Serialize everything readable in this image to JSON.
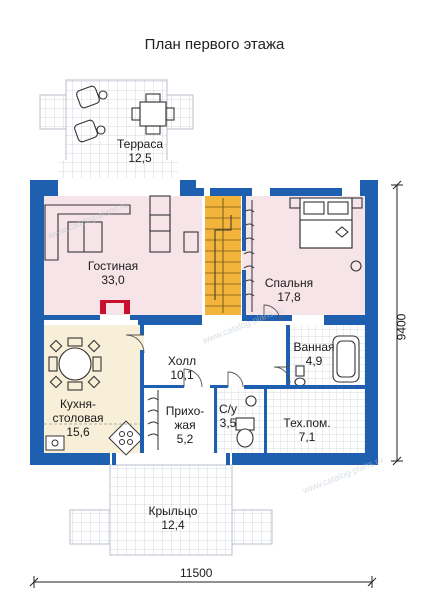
{
  "title": "План первого этажа",
  "watermark": "www.catalog-plans.ru",
  "colors": {
    "wall": "#1f5fb0",
    "living": "#f6e4e8",
    "bedroom": "#f6e4e8",
    "kitchen": "#f8efd8",
    "stair": "#f3b43c",
    "tile_line": "#c9cfd6",
    "floor": "#ffffff"
  },
  "rooms": {
    "terrace": {
      "name": "Терраса",
      "area": "12,5"
    },
    "living": {
      "name": "Гостиная",
      "area": "33,0"
    },
    "bedroom": {
      "name": "Спальня",
      "area": "17,8"
    },
    "hall": {
      "name": "Холл",
      "area": "10,1"
    },
    "bathroom": {
      "name": "Ванная",
      "area": "4,9"
    },
    "kitchen": {
      "name_line1": "Кухня-",
      "name_line2": "столовая",
      "area": "15,6"
    },
    "entry": {
      "name_line1": "Прихо-",
      "name_line2": "жая",
      "area": "5,2"
    },
    "wc": {
      "name": "С/у",
      "area": "3,5"
    },
    "tech": {
      "name": "Тех.пом.",
      "area": "7,1"
    },
    "porch": {
      "name": "Крыльцо",
      "area": "12,4"
    }
  },
  "dimensions": {
    "width": "11500",
    "depth": "9400"
  },
  "icons": {
    "furniture": [
      "armchair-icon",
      "dining-table-icon",
      "sofa-icon",
      "bed-icon",
      "bathtub-icon",
      "toilet-icon",
      "sink-icon",
      "stove-icon",
      "stair-icon"
    ]
  }
}
